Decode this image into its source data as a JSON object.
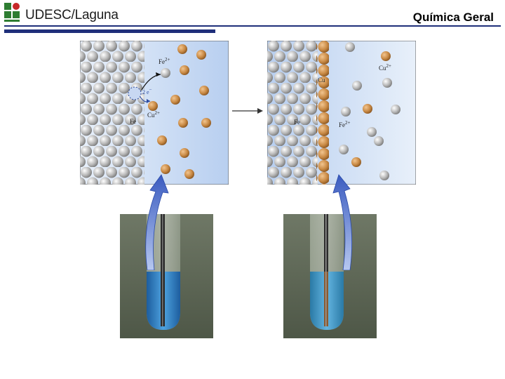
{
  "header": {
    "org_name": "UDESC/Laguna",
    "course_title": "Química Geral",
    "colors": {
      "brand_blue": "#1f2f7a",
      "logo_green": "#2e7d32",
      "logo_red": "#c62828"
    }
  },
  "left_panel": {
    "labels": {
      "fe_ion": "Fe",
      "fe_ion_charge": "2+",
      "electrons": "2 e",
      "electrons_charge": "−",
      "cu_ion": "Cu",
      "cu_ion_charge": "2+",
      "fe_metal": "Fe"
    }
  },
  "right_panel": {
    "labels": {
      "cu_ion": "Cu",
      "cu_ion_charge": "2+",
      "cu_metal": "Cu",
      "fe_metal": "Fe",
      "fe_ion": "Fe",
      "fe_ion_charge": "2+"
    }
  },
  "icons": {
    "reaction_arrow": "right-arrow-icon",
    "zoom_arrows": "curved-up-arrow-icon",
    "logo": "udesc-logo-icon"
  }
}
